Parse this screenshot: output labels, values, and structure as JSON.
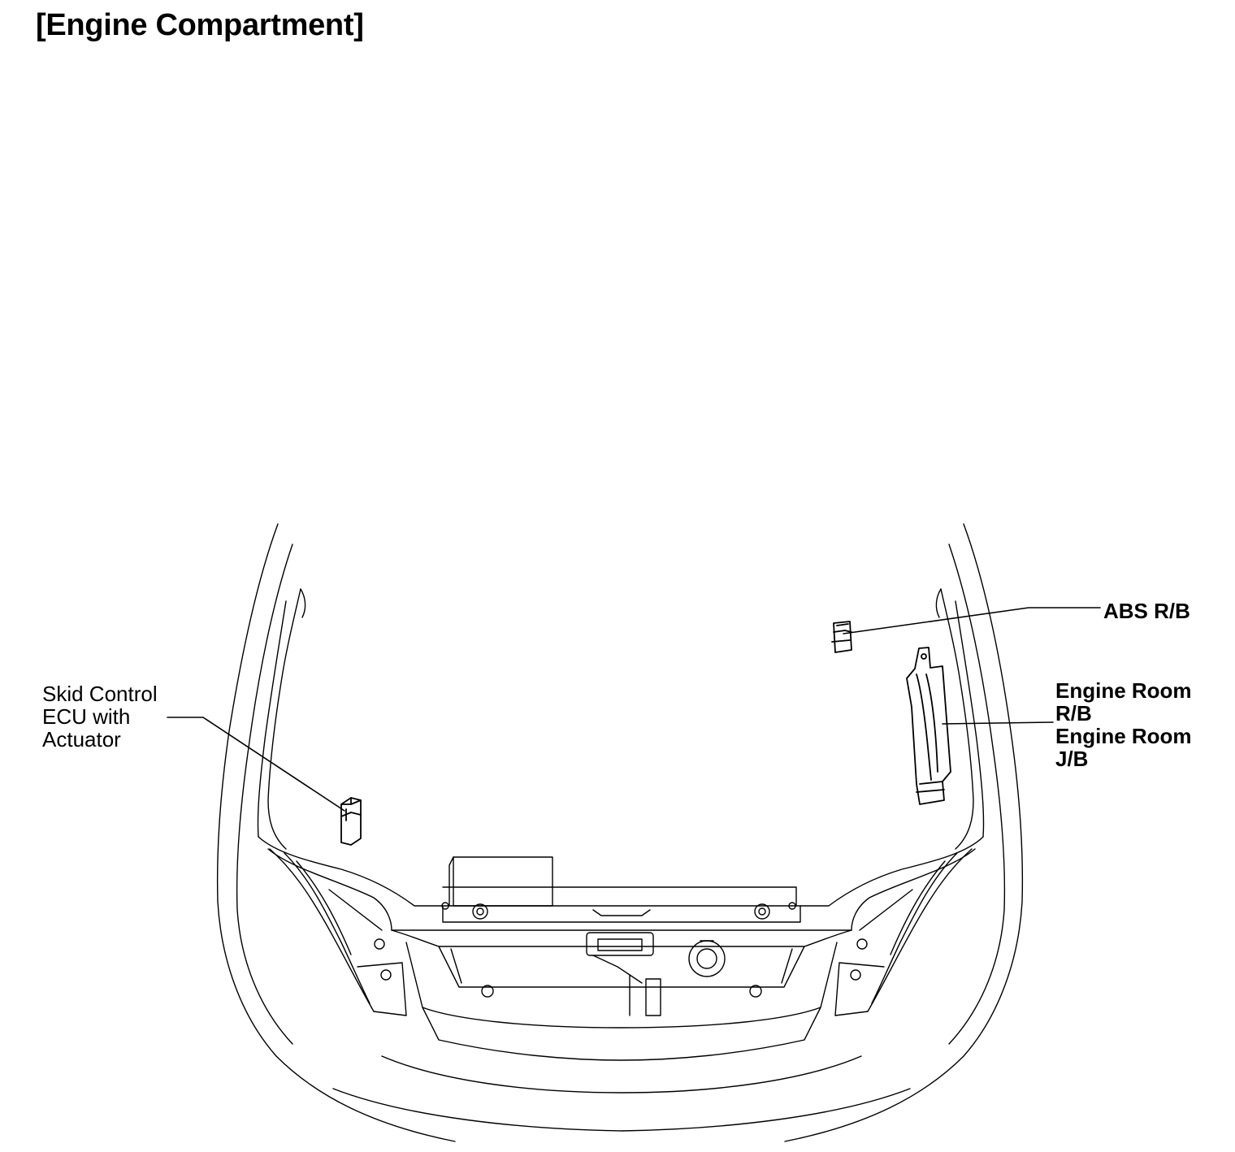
{
  "title": "[Engine Compartment]",
  "labels": {
    "skid_control": {
      "lines": [
        "Skid Control",
        "ECU with",
        "Actuator"
      ]
    },
    "abs_rb": "ABS R/B",
    "engine_room": {
      "lines": [
        "Engine Room",
        "R/B",
        "Engine Room",
        "J/B"
      ]
    }
  },
  "colors": {
    "line": "#000000",
    "background": "#ffffff"
  }
}
